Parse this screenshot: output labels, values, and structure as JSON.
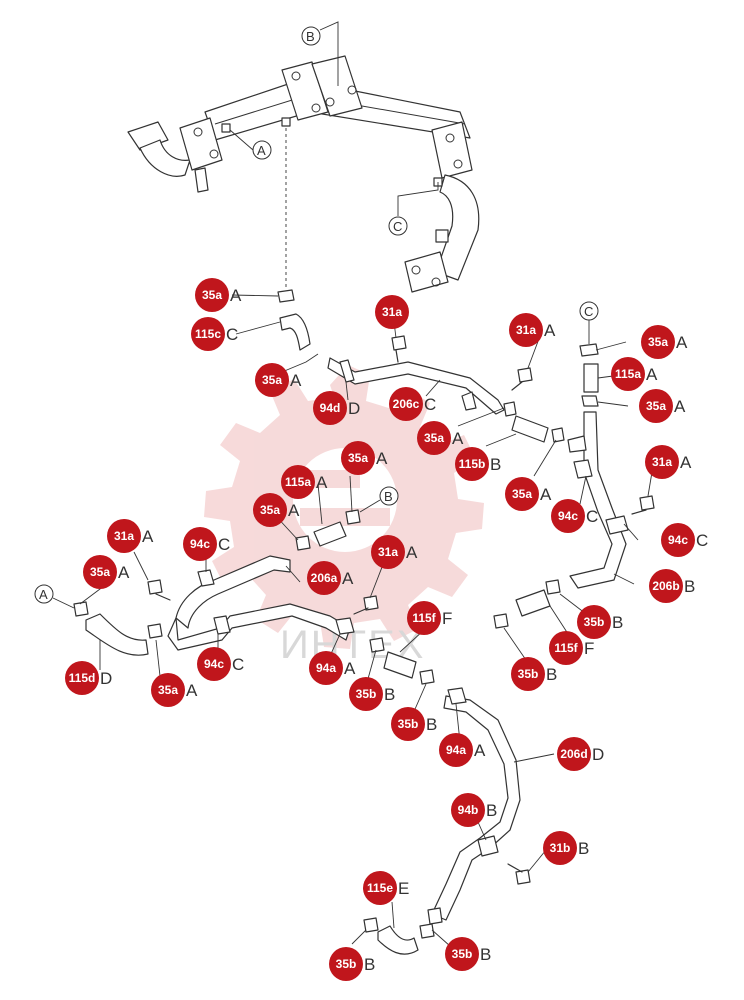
{
  "watermark": {
    "text": "ИНТЕХ"
  },
  "colors": {
    "badge": "#c0161c",
    "line": "#333333",
    "watermark_gear": "#f6d6d6",
    "watermark_text": "#d8d8d8"
  },
  "reference_markers": [
    {
      "id": "ref-a-top",
      "label": "A"
    },
    {
      "id": "ref-b-top",
      "label": "B"
    },
    {
      "id": "ref-c-top",
      "label": "C"
    },
    {
      "id": "ref-c-right",
      "label": "C"
    },
    {
      "id": "ref-b-mid",
      "label": "B"
    },
    {
      "id": "ref-a-left",
      "label": "A"
    }
  ],
  "callouts": [
    {
      "id": "c1",
      "badge": "35a",
      "suffix": "A"
    },
    {
      "id": "c2",
      "badge": "115c",
      "suffix": "C"
    },
    {
      "id": "c3",
      "badge": "31a",
      "suffix": ""
    },
    {
      "id": "c4",
      "badge": "31a",
      "suffix": "A"
    },
    {
      "id": "c5",
      "badge": "35a",
      "suffix": "A"
    },
    {
      "id": "c6",
      "badge": "115a",
      "suffix": "A"
    },
    {
      "id": "c7",
      "badge": "35a",
      "suffix": "A"
    },
    {
      "id": "c8",
      "badge": "35a",
      "suffix": "A"
    },
    {
      "id": "c9",
      "badge": "94d",
      "suffix": "D"
    },
    {
      "id": "c10",
      "badge": "206c",
      "suffix": "C"
    },
    {
      "id": "c11",
      "badge": "35a",
      "suffix": "A"
    },
    {
      "id": "c12",
      "badge": "115b",
      "suffix": "B"
    },
    {
      "id": "c13",
      "badge": "35a",
      "suffix": "A"
    },
    {
      "id": "c14",
      "badge": "94c",
      "suffix": "C"
    },
    {
      "id": "c15",
      "badge": "31a",
      "suffix": "A"
    },
    {
      "id": "c16",
      "badge": "94c",
      "suffix": "C"
    },
    {
      "id": "c17",
      "badge": "206b",
      "suffix": "B"
    },
    {
      "id": "c18",
      "badge": "35a",
      "suffix": "A"
    },
    {
      "id": "c19",
      "badge": "115a",
      "suffix": "A"
    },
    {
      "id": "c20",
      "badge": "35a",
      "suffix": "A"
    },
    {
      "id": "c21",
      "badge": "31a",
      "suffix": "A"
    },
    {
      "id": "c22",
      "badge": "94c",
      "suffix": "C"
    },
    {
      "id": "c23",
      "badge": "35a",
      "suffix": "A"
    },
    {
      "id": "c24",
      "badge": "206a",
      "suffix": "A"
    },
    {
      "id": "c25",
      "badge": "31a",
      "suffix": "A"
    },
    {
      "id": "c26",
      "badge": "115f",
      "suffix": "F"
    },
    {
      "id": "c27",
      "badge": "115d",
      "suffix": "D"
    },
    {
      "id": "c28",
      "badge": "35a",
      "suffix": "A"
    },
    {
      "id": "c29",
      "badge": "94c",
      "suffix": "C"
    },
    {
      "id": "c30",
      "badge": "94a",
      "suffix": "A"
    },
    {
      "id": "c31",
      "badge": "35b",
      "suffix": "B"
    },
    {
      "id": "c32",
      "badge": "35b",
      "suffix": "B"
    },
    {
      "id": "c33",
      "badge": "115f",
      "suffix": "F"
    },
    {
      "id": "c34",
      "badge": "35b",
      "suffix": "B"
    },
    {
      "id": "c35",
      "badge": "35b",
      "suffix": "B"
    },
    {
      "id": "c36",
      "badge": "94a",
      "suffix": "A"
    },
    {
      "id": "c37",
      "badge": "206d",
      "suffix": "D"
    },
    {
      "id": "c38",
      "badge": "94b",
      "suffix": "B"
    },
    {
      "id": "c39",
      "badge": "31b",
      "suffix": "B"
    },
    {
      "id": "c40",
      "badge": "115e",
      "suffix": "E"
    },
    {
      "id": "c41",
      "badge": "35b",
      "suffix": "B"
    },
    {
      "id": "c42",
      "badge": "35b",
      "suffix": "B"
    }
  ]
}
